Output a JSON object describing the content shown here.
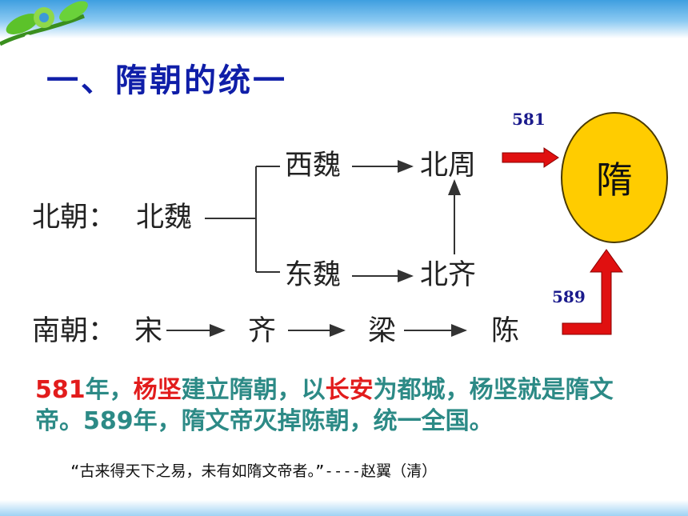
{
  "title": "一、隋朝的统一",
  "diagram": {
    "beichao_label": "北朝：",
    "nodes": {
      "beiwei": "北魏",
      "xiwei": "西魏",
      "dongwei": "东魏",
      "beizhou": "北周",
      "beiqi": "北齐"
    },
    "nanchao_label": "南朝：",
    "south": [
      "宋",
      "齐",
      "梁",
      "陈"
    ],
    "year_north": "581",
    "year_south": "589",
    "sui": "隋",
    "arrow_color": "#e01010",
    "circle_color": "#ffcc00"
  },
  "paragraph": {
    "p1": "581",
    "p2": "年，",
    "p3": "杨坚",
    "p4": "建立隋朝，以",
    "p5": "长安",
    "p6": "为都城，杨坚就是隋文帝。589年，隋文帝灭掉陈朝，统一全国。"
  },
  "quote": "“古来得天下之易，未有如隋文帝者。”----赵翼（清）"
}
